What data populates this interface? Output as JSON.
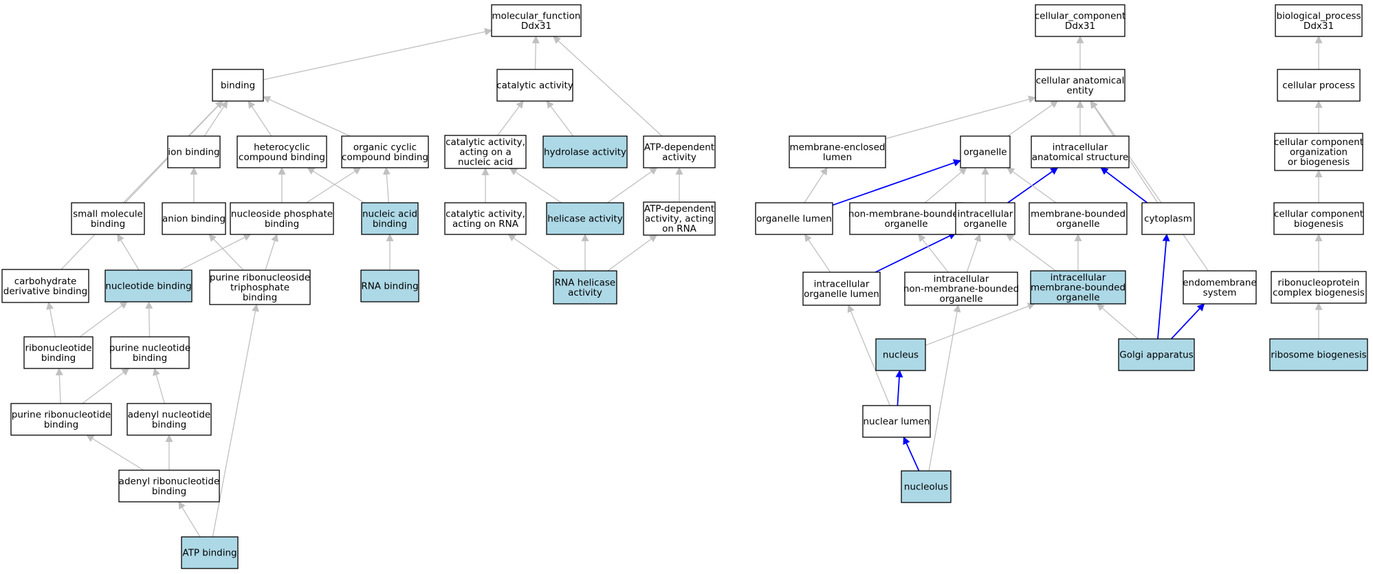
{
  "graph": {
    "colors": {
      "node_fill": "#ffffff",
      "highlight_fill": "#add8e6",
      "node_stroke": "#000000",
      "edge_gray": "#c0c0c0",
      "edge_blue": "#0000ff"
    },
    "nodes": [
      {
        "id": "mf",
        "lines": [
          "molecular_function",
          "Ddx31"
        ],
        "highlighted": false
      },
      {
        "id": "binding",
        "lines": [
          "binding"
        ],
        "highlighted": false
      },
      {
        "id": "catalytic",
        "lines": [
          "catalytic activity"
        ],
        "highlighted": false
      },
      {
        "id": "ion_binding",
        "lines": [
          "ion binding"
        ],
        "highlighted": false
      },
      {
        "id": "heterocyclic",
        "lines": [
          "heterocyclic",
          "compound binding"
        ],
        "highlighted": false
      },
      {
        "id": "organic_cyclic",
        "lines": [
          "organic cyclic",
          "compound binding"
        ],
        "highlighted": false
      },
      {
        "id": "cat_nucleic",
        "lines": [
          "catalytic activity,",
          "acting on a",
          "nucleic acid"
        ],
        "highlighted": false
      },
      {
        "id": "hydrolase",
        "lines": [
          "hydrolase activity"
        ],
        "highlighted": true
      },
      {
        "id": "atp_dep",
        "lines": [
          "ATP-dependent",
          "activity"
        ],
        "highlighted": false
      },
      {
        "id": "small_mol",
        "lines": [
          "small molecule",
          "binding"
        ],
        "highlighted": false
      },
      {
        "id": "anion",
        "lines": [
          "anion binding"
        ],
        "highlighted": false
      },
      {
        "id": "nucleoside_phos",
        "lines": [
          "nucleoside phosphate",
          "binding"
        ],
        "highlighted": false
      },
      {
        "id": "nucleic_acid",
        "lines": [
          "nucleic acid",
          "binding"
        ],
        "highlighted": true
      },
      {
        "id": "cat_rna",
        "lines": [
          "catalytic activity,",
          "acting on RNA"
        ],
        "highlighted": false
      },
      {
        "id": "helicase",
        "lines": [
          "helicase activity"
        ],
        "highlighted": true
      },
      {
        "id": "atp_dep_rna",
        "lines": [
          "ATP-dependent",
          "activity, acting",
          "on RNA"
        ],
        "highlighted": false
      },
      {
        "id": "carb_deriv",
        "lines": [
          "carbohydrate",
          "derivative binding"
        ],
        "highlighted": false
      },
      {
        "id": "nucleotide",
        "lines": [
          "nucleotide binding"
        ],
        "highlighted": true
      },
      {
        "id": "purine_ribonucleoside",
        "lines": [
          "purine ribonucleoside",
          "triphosphate",
          "binding"
        ],
        "highlighted": false
      },
      {
        "id": "rna_binding",
        "lines": [
          "RNA binding"
        ],
        "highlighted": true
      },
      {
        "id": "rna_helicase",
        "lines": [
          "RNA helicase",
          "activity"
        ],
        "highlighted": true
      },
      {
        "id": "ribonucleotide",
        "lines": [
          "ribonucleotide",
          "binding"
        ],
        "highlighted": false
      },
      {
        "id": "purine_nucleotide",
        "lines": [
          "purine nucleotide",
          "binding"
        ],
        "highlighted": false
      },
      {
        "id": "purine_ribonucleotide",
        "lines": [
          "purine ribonucleotide",
          "binding"
        ],
        "highlighted": false
      },
      {
        "id": "adenyl_nucleotide",
        "lines": [
          "adenyl nucleotide",
          "binding"
        ],
        "highlighted": false
      },
      {
        "id": "adenyl_ribonucleotide",
        "lines": [
          "adenyl ribonucleotide",
          "binding"
        ],
        "highlighted": false
      },
      {
        "id": "atp_binding",
        "lines": [
          "ATP binding"
        ],
        "highlighted": true
      },
      {
        "id": "cc",
        "lines": [
          "cellular_component",
          "Ddx31"
        ],
        "highlighted": false
      },
      {
        "id": "cae",
        "lines": [
          "cellular anatomical",
          "entity"
        ],
        "highlighted": false
      },
      {
        "id": "mem_lumen",
        "lines": [
          "membrane-enclosed",
          "lumen"
        ],
        "highlighted": false
      },
      {
        "id": "organelle",
        "lines": [
          "organelle"
        ],
        "highlighted": false
      },
      {
        "id": "intra_anat",
        "lines": [
          "intracellular",
          "anatomical structure"
        ],
        "highlighted": false
      },
      {
        "id": "org_lumen",
        "lines": [
          "organelle lumen"
        ],
        "highlighted": false
      },
      {
        "id": "nmb_org",
        "lines": [
          "non-membrane-bounded",
          "organelle"
        ],
        "highlighted": false
      },
      {
        "id": "intra_org",
        "lines": [
          "intracellular",
          "organelle"
        ],
        "highlighted": false
      },
      {
        "id": "mb_org",
        "lines": [
          "membrane-bounded",
          "organelle"
        ],
        "highlighted": false
      },
      {
        "id": "cytoplasm",
        "lines": [
          "cytoplasm"
        ],
        "highlighted": false
      },
      {
        "id": "intra_org_lumen",
        "lines": [
          "intracellular",
          "organelle lumen"
        ],
        "highlighted": false
      },
      {
        "id": "intra_nmb",
        "lines": [
          "intracellular",
          "non-membrane-bounded",
          "organelle"
        ],
        "highlighted": false
      },
      {
        "id": "intra_mb",
        "lines": [
          "intracellular",
          "membrane-bounded",
          "organelle"
        ],
        "highlighted": true
      },
      {
        "id": "endomembrane",
        "lines": [
          "endomembrane",
          "system"
        ],
        "highlighted": false
      },
      {
        "id": "nucleus",
        "lines": [
          "nucleus"
        ],
        "highlighted": true
      },
      {
        "id": "golgi",
        "lines": [
          "Golgi apparatus"
        ],
        "highlighted": true
      },
      {
        "id": "nuclear_lumen",
        "lines": [
          "nuclear lumen"
        ],
        "highlighted": false
      },
      {
        "id": "nucleolus",
        "lines": [
          "nucleolus"
        ],
        "highlighted": true
      },
      {
        "id": "bp",
        "lines": [
          "biological_process",
          "Ddx31"
        ],
        "highlighted": false
      },
      {
        "id": "cell_process",
        "lines": [
          "cellular process"
        ],
        "highlighted": false
      },
      {
        "id": "ccob",
        "lines": [
          "cellular component",
          "organization",
          "or biogenesis"
        ],
        "highlighted": false
      },
      {
        "id": "ccb",
        "lines": [
          "cellular component",
          "biogenesis"
        ],
        "highlighted": false
      },
      {
        "id": "rnp",
        "lines": [
          "ribonucleoprotein",
          "complex biogenesis"
        ],
        "highlighted": false
      },
      {
        "id": "ribosome",
        "lines": [
          "ribosome biogenesis"
        ],
        "highlighted": true
      }
    ],
    "edges": [
      {
        "from": "binding",
        "to": "mf",
        "color": "gray"
      },
      {
        "from": "catalytic",
        "to": "mf",
        "color": "gray"
      },
      {
        "from": "atp_dep",
        "to": "mf",
        "color": "gray"
      },
      {
        "from": "ion_binding",
        "to": "binding",
        "color": "gray"
      },
      {
        "from": "heterocyclic",
        "to": "binding",
        "color": "gray"
      },
      {
        "from": "organic_cyclic",
        "to": "binding",
        "color": "gray"
      },
      {
        "from": "small_mol",
        "to": "binding",
        "color": "gray"
      },
      {
        "from": "carb_deriv",
        "to": "binding",
        "color": "gray"
      },
      {
        "from": "cat_nucleic",
        "to": "catalytic",
        "color": "gray"
      },
      {
        "from": "hydrolase",
        "to": "catalytic",
        "color": "gray"
      },
      {
        "from": "anion",
        "to": "ion_binding",
        "color": "gray"
      },
      {
        "from": "nucleoside_phos",
        "to": "heterocyclic",
        "color": "gray"
      },
      {
        "from": "nucleoside_phos",
        "to": "organic_cyclic",
        "color": "gray"
      },
      {
        "from": "nucleic_acid",
        "to": "heterocyclic",
        "color": "gray"
      },
      {
        "from": "nucleic_acid",
        "to": "organic_cyclic",
        "color": "gray"
      },
      {
        "from": "cat_rna",
        "to": "cat_nucleic",
        "color": "gray"
      },
      {
        "from": "helicase",
        "to": "cat_nucleic",
        "color": "gray"
      },
      {
        "from": "helicase",
        "to": "atp_dep",
        "color": "gray"
      },
      {
        "from": "atp_dep_rna",
        "to": "atp_dep",
        "color": "gray"
      },
      {
        "from": "nucleotide",
        "to": "small_mol",
        "color": "gray"
      },
      {
        "from": "nucleotide",
        "to": "nucleoside_phos",
        "color": "gray"
      },
      {
        "from": "purine_ribonucleoside",
        "to": "anion",
        "color": "gray"
      },
      {
        "from": "purine_ribonucleoside",
        "to": "nucleoside_phos",
        "color": "gray"
      },
      {
        "from": "rna_binding",
        "to": "nucleic_acid",
        "color": "gray"
      },
      {
        "from": "rna_helicase",
        "to": "cat_rna",
        "color": "gray"
      },
      {
        "from": "rna_helicase",
        "to": "helicase",
        "color": "gray"
      },
      {
        "from": "rna_helicase",
        "to": "atp_dep_rna",
        "color": "gray"
      },
      {
        "from": "ribonucleotide",
        "to": "carb_deriv",
        "color": "gray"
      },
      {
        "from": "ribonucleotide",
        "to": "nucleotide",
        "color": "gray"
      },
      {
        "from": "purine_nucleotide",
        "to": "nucleotide",
        "color": "gray"
      },
      {
        "from": "purine_ribonucleotide",
        "to": "ribonucleotide",
        "color": "gray"
      },
      {
        "from": "purine_ribonucleotide",
        "to": "purine_nucleotide",
        "color": "gray"
      },
      {
        "from": "adenyl_nucleotide",
        "to": "purine_nucleotide",
        "color": "gray"
      },
      {
        "from": "adenyl_ribonucleotide",
        "to": "purine_ribonucleotide",
        "color": "gray"
      },
      {
        "from": "adenyl_ribonucleotide",
        "to": "adenyl_nucleotide",
        "color": "gray"
      },
      {
        "from": "atp_binding",
        "to": "adenyl_ribonucleotide",
        "color": "gray"
      },
      {
        "from": "atp_binding",
        "to": "purine_ribonucleoside",
        "color": "gray"
      },
      {
        "from": "cae",
        "to": "cc",
        "color": "gray"
      },
      {
        "from": "mem_lumen",
        "to": "cae",
        "color": "gray"
      },
      {
        "from": "organelle",
        "to": "cae",
        "color": "gray"
      },
      {
        "from": "intra_anat",
        "to": "cae",
        "color": "gray"
      },
      {
        "from": "cytoplasm",
        "to": "cae",
        "color": "gray"
      },
      {
        "from": "endomembrane",
        "to": "cae",
        "color": "gray"
      },
      {
        "from": "org_lumen",
        "to": "mem_lumen",
        "color": "gray"
      },
      {
        "from": "org_lumen",
        "to": "organelle",
        "color": "blue"
      },
      {
        "from": "nmb_org",
        "to": "organelle",
        "color": "gray"
      },
      {
        "from": "intra_org",
        "to": "organelle",
        "color": "gray"
      },
      {
        "from": "intra_org",
        "to": "intra_anat",
        "color": "blue"
      },
      {
        "from": "mb_org",
        "to": "organelle",
        "color": "gray"
      },
      {
        "from": "cytoplasm",
        "to": "intra_anat",
        "color": "blue"
      },
      {
        "from": "intra_org_lumen",
        "to": "org_lumen",
        "color": "gray"
      },
      {
        "from": "intra_org_lumen",
        "to": "intra_org",
        "color": "blue"
      },
      {
        "from": "intra_nmb",
        "to": "nmb_org",
        "color": "gray"
      },
      {
        "from": "intra_nmb",
        "to": "intra_org",
        "color": "gray"
      },
      {
        "from": "intra_mb",
        "to": "intra_org",
        "color": "gray"
      },
      {
        "from": "intra_mb",
        "to": "mb_org",
        "color": "gray"
      },
      {
        "from": "nucleus",
        "to": "intra_mb",
        "color": "gray"
      },
      {
        "from": "golgi",
        "to": "intra_mb",
        "color": "gray"
      },
      {
        "from": "golgi",
        "to": "cytoplasm",
        "color": "blue"
      },
      {
        "from": "golgi",
        "to": "endomembrane",
        "color": "blue"
      },
      {
        "from": "nuclear_lumen",
        "to": "nucleus",
        "color": "blue"
      },
      {
        "from": "nuclear_lumen",
        "to": "intra_org_lumen",
        "color": "gray"
      },
      {
        "from": "nucleolus",
        "to": "nuclear_lumen",
        "color": "blue"
      },
      {
        "from": "nucleolus",
        "to": "intra_nmb",
        "color": "gray"
      },
      {
        "from": "cell_process",
        "to": "bp",
        "color": "gray"
      },
      {
        "from": "ccob",
        "to": "cell_process",
        "color": "gray"
      },
      {
        "from": "ccb",
        "to": "ccob",
        "color": "gray"
      },
      {
        "from": "rnp",
        "to": "ccb",
        "color": "gray"
      },
      {
        "from": "ribosome",
        "to": "rnp",
        "color": "gray"
      }
    ]
  }
}
